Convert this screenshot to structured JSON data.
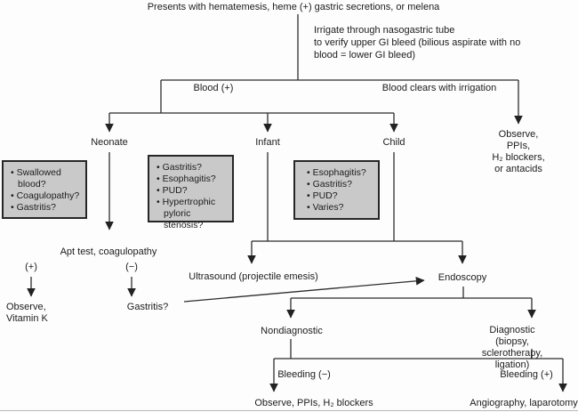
{
  "diagram": {
    "title": "Presents with hematemesis, heme (+) gastric secretions, or melena",
    "irrigate_note": "Irrigate through nasogastric tube\nto verify upper GI bleed (bilious aspirate with no\nblood = lower GI bleed)",
    "branch_blood_positive": "Blood (+)",
    "branch_blood_clears": "Blood clears with irrigation",
    "age_groups": {
      "neonate": "Neonate",
      "infant": "Infant",
      "child": "Child"
    },
    "observe_antacids": "Observe, PPIs,\nH₂ blockers, or antacids",
    "boxes": {
      "neonate": {
        "items": [
          "Swallowed blood?",
          "Coagulopathy?",
          "Gastritis?"
        ]
      },
      "infant": {
        "items": [
          "Gastritis?",
          "Esophagitis?",
          "PUD?",
          "Hypertrophic pyloric stenosis?"
        ]
      },
      "child": {
        "items": [
          "Esophagitis?",
          "Gastritis?",
          "PUD?",
          "Varies?"
        ]
      }
    },
    "apt_test": "Apt test, coagulopathy",
    "apt_positive": "(+)",
    "apt_negative": "(−)",
    "observe_vitamin_k": "Observe,\nVitamin K",
    "gastritis_result": "Gastritis?",
    "ultrasound": "Ultrasound (projectile emesis)",
    "endoscopy": "Endoscopy",
    "nondiagnostic": "Nondiagnostic",
    "diagnostic": "Diagnostic\n(biopsy, sclerotherapy, ligation)",
    "bleeding_negative": "Bleeding (−)",
    "bleeding_positive": "Bleeding (+)",
    "observe_h2_blockers": "Observe, PPIs, H₂ blockers",
    "angiography": "Angiography, laparotomy"
  }
}
